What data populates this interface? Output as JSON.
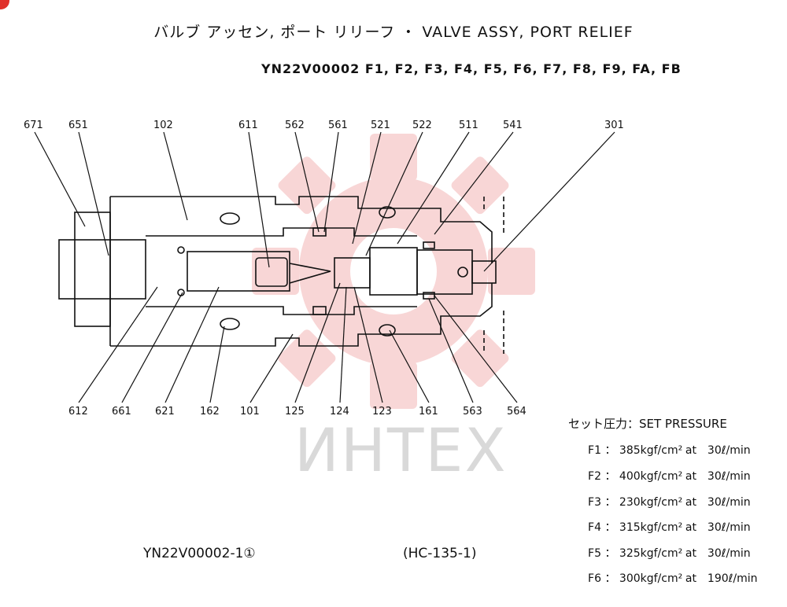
{
  "title": "バルブ アッセン, ポート リリーフ ・ VALVE ASSY, PORT RELIEF",
  "models": "YN22V00002 F1, F2, F3, F4, F5, F6, F7, F8, F9, FA, FB",
  "watermark": "ИНТЕХ",
  "top_labels": [
    "671",
    "651",
    "102",
    "611",
    "562",
    "561",
    "521",
    "522",
    "511",
    "541",
    "301"
  ],
  "bottom_labels": [
    "612",
    "661",
    "621",
    "162",
    "101",
    "125",
    "124",
    "123",
    "161",
    "563",
    "564"
  ],
  "set_pressure": {
    "title": "セット圧力：SET PRESSURE",
    "rows": [
      {
        "label": "F1",
        "value": "385kgf/cm²",
        "at": "at",
        "flow": "30ℓ/min"
      },
      {
        "label": "F2",
        "value": "400kgf/cm²",
        "at": "at",
        "flow": "30ℓ/min"
      },
      {
        "label": "F3",
        "value": "230kgf/cm²",
        "at": "at",
        "flow": "30ℓ/min"
      },
      {
        "label": "F4",
        "value": "315kgf/cm²",
        "at": "at",
        "flow": "30ℓ/min"
      },
      {
        "label": "F5",
        "value": "325kgf/cm²",
        "at": "at",
        "flow": "30ℓ/min"
      },
      {
        "label": "F6",
        "value": "300kgf/cm²",
        "at": "at",
        "flow": "190ℓ/min"
      }
    ]
  },
  "doc_number": "YN22V00002-1①",
  "hc_number": "(HC-135-1)"
}
